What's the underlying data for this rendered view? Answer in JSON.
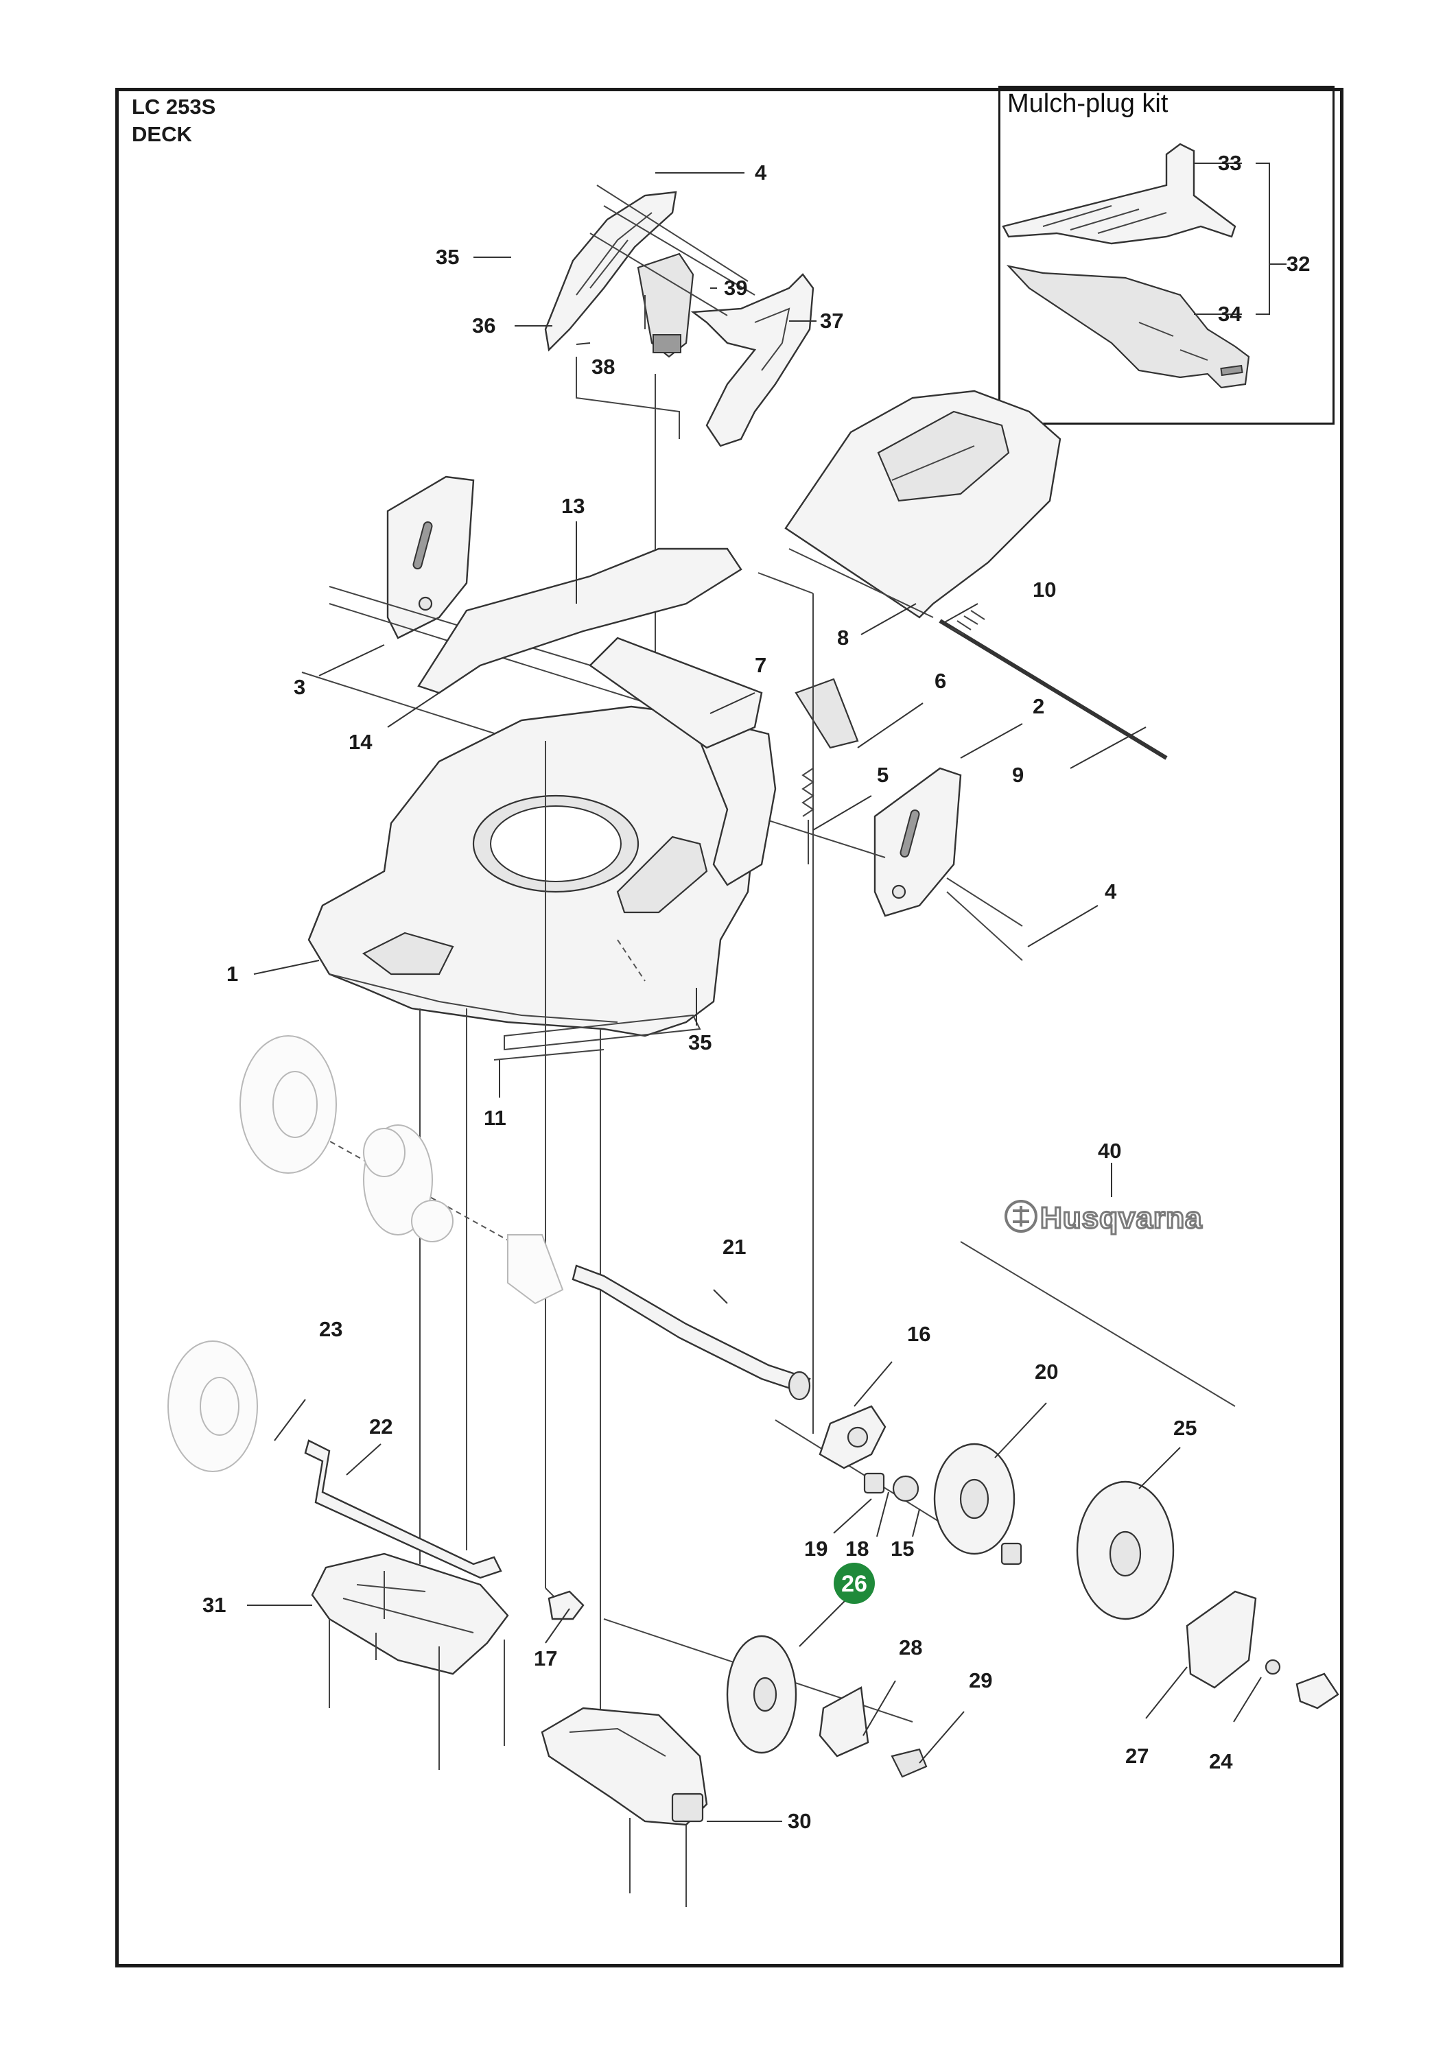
{
  "header": {
    "model": "LC 253S",
    "section": "DECK"
  },
  "inset": {
    "title": "Mulch-plug kit"
  },
  "brand": {
    "text": "Husqvarna",
    "color": "#7a7a7a"
  },
  "highlight": {
    "label": "26",
    "color": "#1f8a3a"
  },
  "labels": {
    "l1": "1",
    "l2": "2",
    "l3": "3",
    "l4a": "4",
    "l4b": "4",
    "l5": "5",
    "l6": "6",
    "l7": "7",
    "l8": "8",
    "l9": "9",
    "l10": "10",
    "l11": "11",
    "l13": "13",
    "l14": "14",
    "l15": "15",
    "l16": "16",
    "l17": "17",
    "l18": "18",
    "l19": "19",
    "l20": "20",
    "l21": "21",
    "l22": "22",
    "l23": "23",
    "l24": "24",
    "l25": "25",
    "l27": "27",
    "l28": "28",
    "l29": "29",
    "l30": "30",
    "l31": "31",
    "l32": "32",
    "l33": "33",
    "l34": "34",
    "l35a": "35",
    "l35b": "35",
    "l36": "36",
    "l37": "37",
    "l38": "38",
    "l39": "39",
    "l40": "40"
  }
}
